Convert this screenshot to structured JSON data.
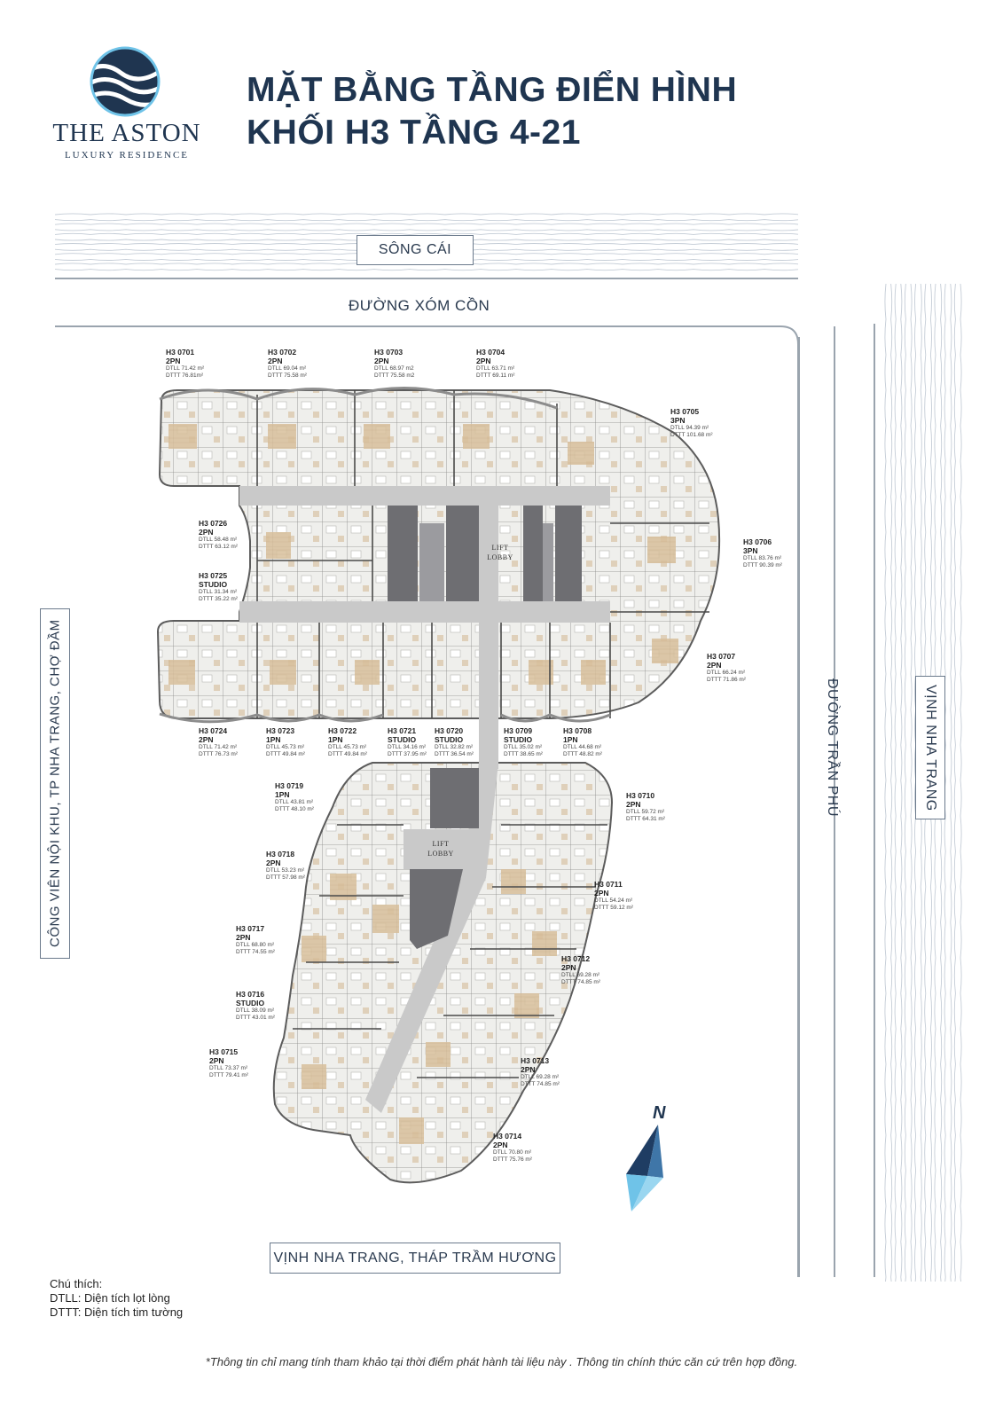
{
  "brand": {
    "name": "THE ASTON",
    "tagline": "LUXURY RESIDENCE"
  },
  "title": {
    "line1": "MẶT BẰNG TẦNG ĐIỂN HÌNH",
    "line2": "KHỐI H3 TẦNG 4-21"
  },
  "surroundings": {
    "north_water": "SÔNG CÁI",
    "north_road": "ĐƯỜNG XÓM CỒN",
    "west": "CÔNG VIÊN NỘI KHU, TP NHA TRANG, CHỢ ĐẦM",
    "east_road": "ĐƯỜNG TRẦN PHÚ",
    "east_water": "VỊNH NHA TRANG",
    "south": "VỊNH NHA TRANG, THÁP TRẦM HƯƠNG"
  },
  "lobbies": {
    "upper": [
      "LIFT",
      "LOBBY"
    ],
    "lower": [
      "LIFT",
      "LOBBY"
    ]
  },
  "units": [
    {
      "code": "H3 0701",
      "type": "2PN",
      "dtll": "DTLL 71.42 m²",
      "dttt": "DTTT 76.81m²"
    },
    {
      "code": "H3 0702",
      "type": "2PN",
      "dtll": "DTLL 69.04 m²",
      "dttt": "DTTT 75.58 m²"
    },
    {
      "code": "H3 0703",
      "type": "2PN",
      "dtll": "DTLL 68.97 m2",
      "dttt": "DTTT 75.58 m2"
    },
    {
      "code": "H3 0704",
      "type": "2PN",
      "dtll": "DTLL 63.71 m²",
      "dttt": "DTTT 69.11 m²"
    },
    {
      "code": "H3 0705",
      "type": "3PN",
      "dtll": "DTLL 94.39 m²",
      "dttt": "DTTT 101.68 m²"
    },
    {
      "code": "H3 0706",
      "type": "3PN",
      "dtll": "DTLL 83.76 m²",
      "dttt": "DTTT 90.39 m²"
    },
    {
      "code": "H3 0707",
      "type": "2PN",
      "dtll": "DTLL 66.24 m²",
      "dttt": "DTTT 71.86 m²"
    },
    {
      "code": "H3 0708",
      "type": "1PN",
      "dtll": "DTLL 44.68 m²",
      "dttt": "DTTT 48.82 m²"
    },
    {
      "code": "H3 0709",
      "type": "STUDIO",
      "dtll": "DTLL 35.02 m²",
      "dttt": "DTTT 38.65 m²"
    },
    {
      "code": "H3 0710",
      "type": "2PN",
      "dtll": "DTLL 59.72 m²",
      "dttt": "DTTT 64.31 m²"
    },
    {
      "code": "H3 0711",
      "type": "2PN",
      "dtll": "DTLL 54.24 m²",
      "dttt": "DTTT 59.12 m²"
    },
    {
      "code": "H3 0712",
      "type": "2PN",
      "dtll": "DTLL 69.28 m²",
      "dttt": "DTTT 74.85 m²"
    },
    {
      "code": "H3 0713",
      "type": "2PN",
      "dtll": "DTLL 69.28 m²",
      "dttt": "DTTT 74.85 m²"
    },
    {
      "code": "H3 0714",
      "type": "2PN",
      "dtll": "DTLL 70.80 m²",
      "dttt": "DTTT 75.76 m²"
    },
    {
      "code": "H3 0715",
      "type": "2PN",
      "dtll": "DTLL 73.37 m²",
      "dttt": "DTTT 79.41 m²"
    },
    {
      "code": "H3 0716",
      "type": "STUDIO",
      "dtll": "DTLL 38.09 m²",
      "dttt": "DTTT 43.01 m²"
    },
    {
      "code": "H3 0717",
      "type": "2PN",
      "dtll": "DTLL 68.80 m²",
      "dttt": "DTTT 74.55 m²"
    },
    {
      "code": "H3 0718",
      "type": "2PN",
      "dtll": "DTLL 53.23 m²",
      "dttt": "DTTT 57.98 m²"
    },
    {
      "code": "H3 0719",
      "type": "1PN",
      "dtll": "DTLL 43.81 m²",
      "dttt": "DTTT 48.10 m²"
    },
    {
      "code": "H3 0720",
      "type": "STUDIO",
      "dtll": "DTLL 32.82 m²",
      "dttt": "DTTT 36.54 m²"
    },
    {
      "code": "H3 0721",
      "type": "STUDIO",
      "dtll": "DTLL 34.16 m²",
      "dttt": "DTTT 37.95 m²"
    },
    {
      "code": "H3 0722",
      "type": "1PN",
      "dtll": "DTLL 45.73 m²",
      "dttt": "DTTT 49.84 m²"
    },
    {
      "code": "H3 0723",
      "type": "1PN",
      "dtll": "DTLL 45.73 m²",
      "dttt": "DTTT 49.84 m²"
    },
    {
      "code": "H3 0724",
      "type": "2PN",
      "dtll": "DTLL 71.42 m²",
      "dttt": "DTTT 76.73 m²"
    },
    {
      "code": "H3 0725",
      "type": "STUDIO",
      "dtll": "DTLL 31.34 m²",
      "dttt": "DTTT 35.22 m²"
    },
    {
      "code": "H3 0726",
      "type": "2PN",
      "dtll": "DTLL 58.48 m²",
      "dttt": "DTTT 63.12 m²"
    }
  ],
  "compass": "N",
  "legend": {
    "title": "Chú thích:",
    "dtll": "DTLL: Diện tích lọt lòng",
    "dttt": "DTTT: Diện tích tim tường"
  },
  "footnote": "*Thông tin chỉ mang tính tham khảo tại thời điểm phát hành tài liệu này . Thông tin chính thức căn cứ trên hợp đồng.",
  "colors": {
    "brand_navy": "#1f3550",
    "corridor": "#c9c9c9",
    "core": "#6e6e72",
    "floor": "#d9c3a5",
    "unit_bg": "#efefec",
    "compass_light": "#6fc3e8",
    "compass_dark": "#1f3d63"
  }
}
